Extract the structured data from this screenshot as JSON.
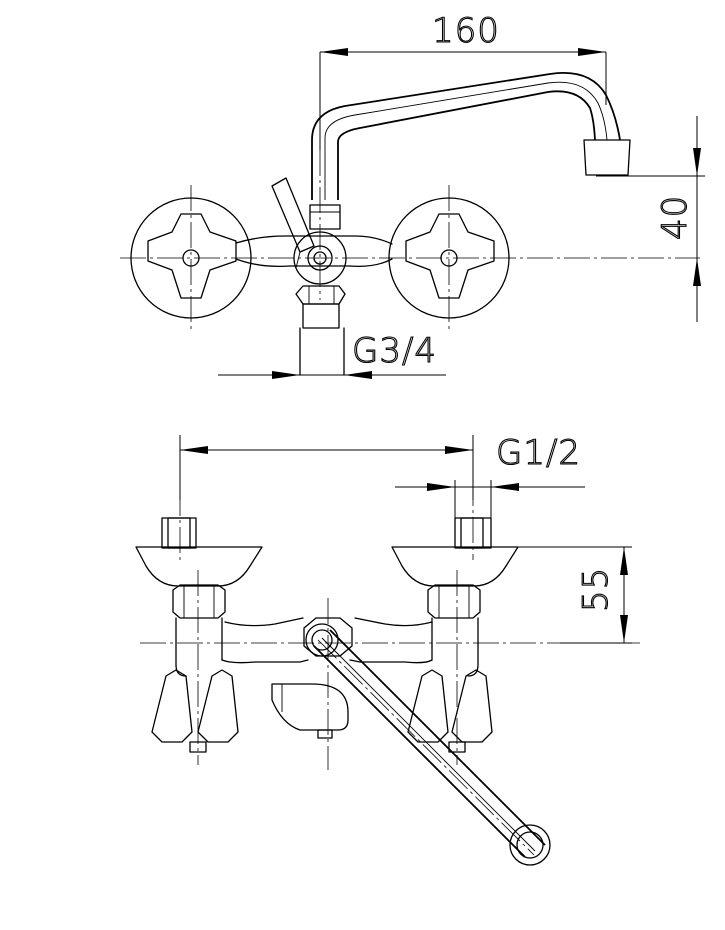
{
  "top_view": {
    "dimensions": {
      "spout_reach": "160",
      "spout_height": "40",
      "outlet_thread": "G3/4"
    }
  },
  "bottom_view": {
    "dimensions": {
      "connection_thread": "G1/2",
      "inlet_height": "55"
    }
  }
}
